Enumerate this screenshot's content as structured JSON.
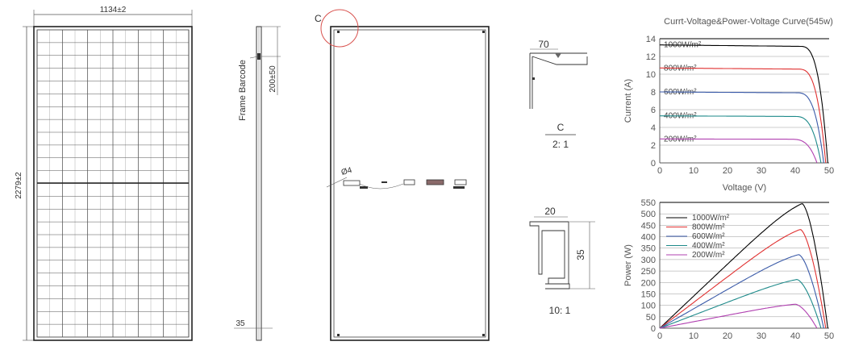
{
  "front_view": {
    "width_dim": "1134±2",
    "height_dim": "2279±2"
  },
  "side_view": {
    "barcode_label": "Frame Barcode",
    "barcode_dim": "200±50",
    "frame_dim": "35"
  },
  "back_view": {
    "detail_marker": "C",
    "hole_label": "Ø4"
  },
  "detail_c": {
    "dim": "70",
    "label": "C",
    "scale": "2: 1"
  },
  "frame_section": {
    "width": "20",
    "height": "35",
    "scale": "10: 1"
  },
  "chart_data": [
    {
      "type": "line",
      "title": "Currt-Voltage&Power-Voltage Curve(545w)",
      "xlabel": "Voltage (V)",
      "ylabel": "Current (A)",
      "xlim": [
        0,
        50
      ],
      "ylim": [
        0,
        14
      ],
      "xticks": [
        0,
        10,
        20,
        30,
        40,
        50
      ],
      "yticks": [
        0,
        2,
        4,
        6,
        8,
        10,
        12,
        14
      ],
      "grid": true,
      "series": [
        {
          "name": "1000W/m²",
          "color": "#000000",
          "isc": 13.3,
          "voc": 49.6
        },
        {
          "name": "800W/m²",
          "color": "#e03030",
          "isc": 10.7,
          "voc": 49.0
        },
        {
          "name": "600W/m²",
          "color": "#3a5aa8",
          "isc": 8.0,
          "voc": 48.4
        },
        {
          "name": "400W/m²",
          "color": "#1e8a8a",
          "isc": 5.3,
          "voc": 47.6
        },
        {
          "name": "200W/m²",
          "color": "#b040b0",
          "isc": 2.7,
          "voc": 46.4
        }
      ]
    },
    {
      "type": "line",
      "title": "",
      "xlabel": "",
      "ylabel": "Power (W)",
      "xlim": [
        0,
        50
      ],
      "ylim": [
        0,
        550
      ],
      "xticks": [
        0,
        10,
        20,
        30,
        40,
        50
      ],
      "yticks": [
        0,
        50,
        100,
        150,
        200,
        250,
        300,
        350,
        400,
        450,
        500,
        550
      ],
      "grid": true,
      "legend": "top-left",
      "series": [
        {
          "name": "1000W/m²",
          "color": "#000000",
          "pmax": 545,
          "vmp": 42.0,
          "voc": 49.6
        },
        {
          "name": "800W/m²",
          "color": "#e03030",
          "pmax": 432,
          "vmp": 41.5,
          "voc": 49.0
        },
        {
          "name": "600W/m²",
          "color": "#3a5aa8",
          "pmax": 322,
          "vmp": 41.0,
          "voc": 48.4
        },
        {
          "name": "400W/m²",
          "color": "#1e8a8a",
          "pmax": 213,
          "vmp": 40.5,
          "voc": 47.6
        },
        {
          "name": "200W/m²",
          "color": "#b040b0",
          "pmax": 105,
          "vmp": 40.0,
          "voc": 46.4
        }
      ]
    }
  ]
}
